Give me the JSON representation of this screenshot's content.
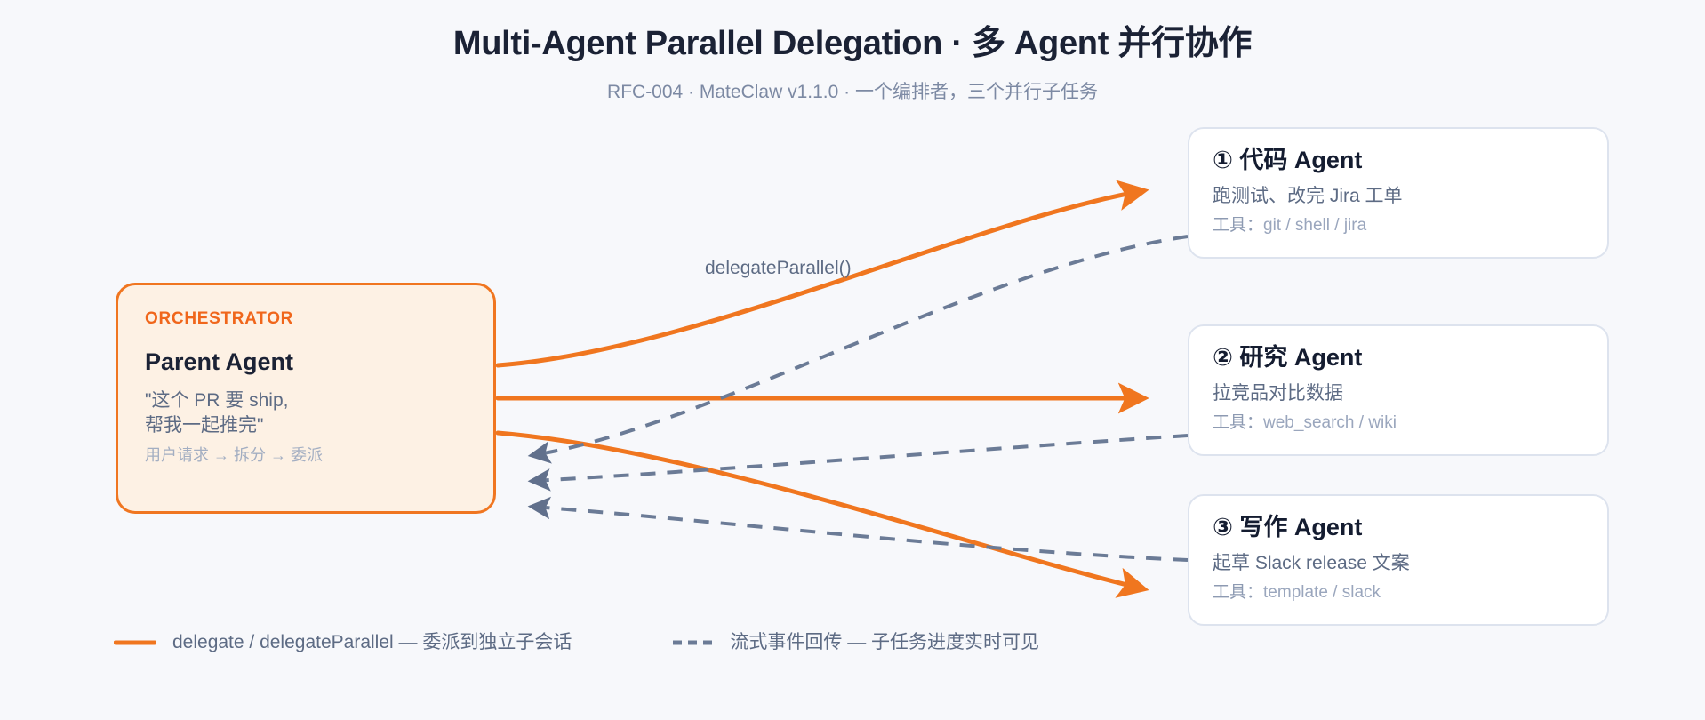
{
  "header": {
    "title": "Multi-Agent Parallel Delegation · 多 Agent 并行协作",
    "subtitle": "RFC-004 · MateClaw v1.1.0 · 一个编排者，三个并行子任务"
  },
  "orchestrator": {
    "kicker": "ORCHESTRATOR",
    "title": "Parent Agent",
    "quote": "\"这个 PR 要 ship,\n帮我一起推完\"",
    "flow": "用户请求 → 拆分 → 委派"
  },
  "agents": [
    {
      "title": "① 代码 Agent",
      "desc": "跑测试、改完 Jira 工单",
      "tools_label": "工具：",
      "tools": "git / shell / jira"
    },
    {
      "title": "② 研究 Agent",
      "desc": "拉竞品对比数据",
      "tools_label": "工具：",
      "tools": "web_search / wiki"
    },
    {
      "title": "③ 写作 Agent",
      "desc": "起草 Slack release 文案",
      "tools_label": "工具：",
      "tools": "template / slack"
    }
  ],
  "edges": {
    "delegate_label": "delegateParallel()"
  },
  "legend": [
    {
      "style": "solid",
      "color": "#f0761f",
      "text": "delegate / delegateParallel — 委派到独立子会话"
    },
    {
      "style": "dashed",
      "color": "#6b7b96",
      "text": "流式事件回传 — 子任务进度实时可见"
    }
  ],
  "colors": {
    "background": "#f7f8fb",
    "accent_orange": "#f0761f",
    "orchestrator_fill": "#fdf1e4",
    "card_border": "#dde3ee",
    "dashed_edge": "#6b7b96",
    "title_ink": "#1b2235",
    "muted_ink": "#5d6b84",
    "faint_ink": "#9aa6bd"
  }
}
